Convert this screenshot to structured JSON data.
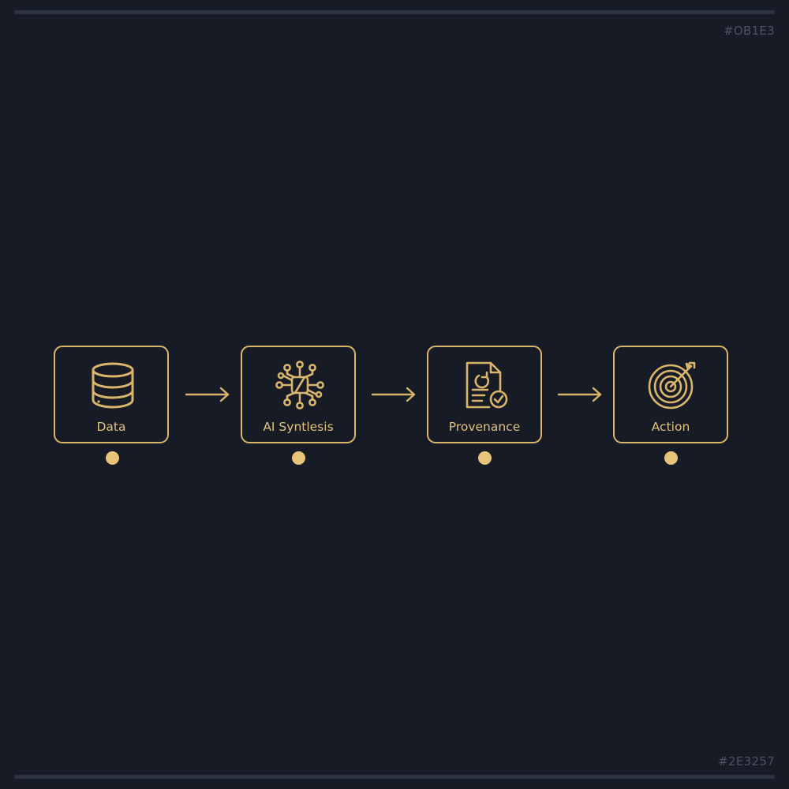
{
  "header": {
    "code": "#OB1E3"
  },
  "footer": {
    "code": "#2E3257"
  },
  "colors": {
    "background": "#161b25",
    "accent": "#d9b56c",
    "rule": "#2b3240",
    "code_text": "#4b5260"
  },
  "steps": [
    {
      "label": "Data",
      "icon": "database-icon"
    },
    {
      "label": "AI Syntlesis",
      "icon": "circuit-chip-icon"
    },
    {
      "label": "Provenance",
      "icon": "verified-document-icon"
    },
    {
      "label": "Action",
      "icon": "target-icon"
    }
  ]
}
